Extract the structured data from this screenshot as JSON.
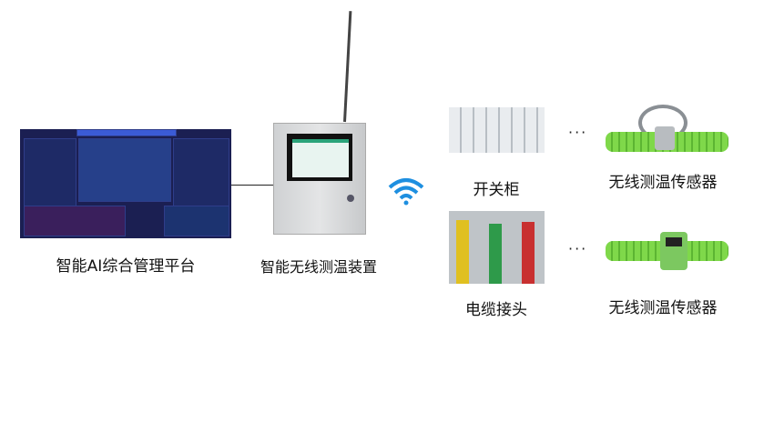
{
  "nodes": {
    "platform": {
      "label": "智能AI综合管理平台"
    },
    "device": {
      "label": "智能无线测温装置"
    },
    "switchgear": {
      "label": "开关柜"
    },
    "cable_joint": {
      "label": "电缆接头"
    },
    "sensor_1": {
      "label": "无线测温传感器"
    },
    "sensor_2": {
      "label": "无线测温传感器"
    }
  },
  "ellipsis": "···",
  "icons": {
    "wireless": "wifi-icon"
  },
  "colors": {
    "wifi": "#1e8fe0",
    "sensor": "#6cc83c",
    "dashboard": "#1b1f52"
  }
}
